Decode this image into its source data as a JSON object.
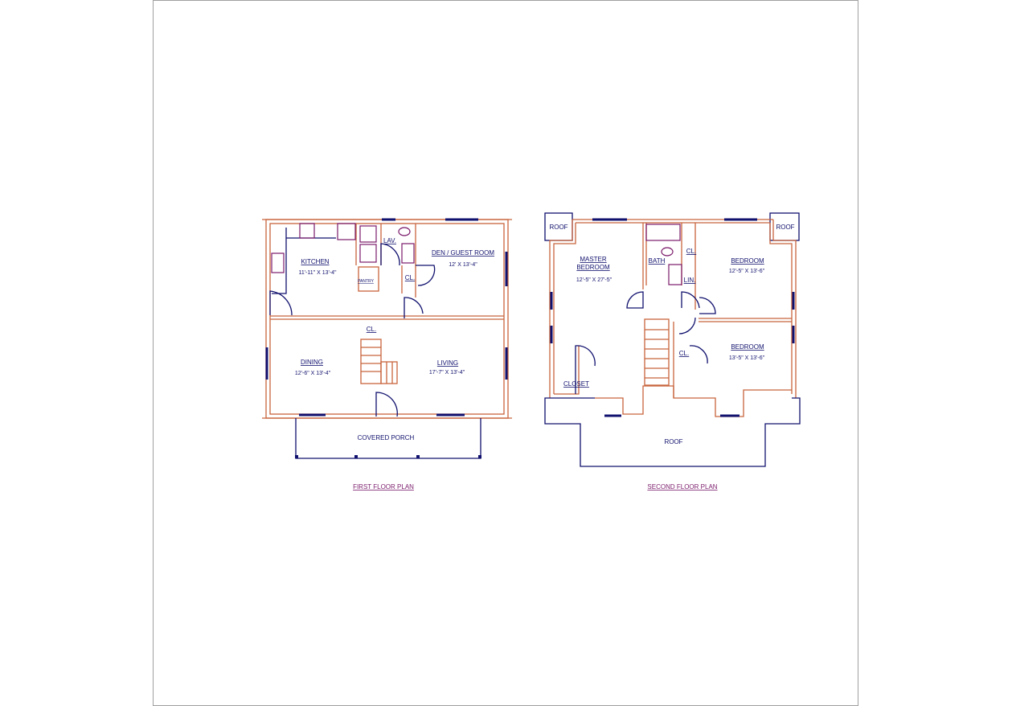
{
  "first_floor": {
    "title": "FIRST FLOOR PLAN",
    "rooms": {
      "kitchen": {
        "name": "KITCHEN",
        "size": "11'-11\" X 13'-4\""
      },
      "den": {
        "name": "DEN / GUEST ROOM",
        "size": "12' X 13'-4\""
      },
      "lav": {
        "name": "LAV."
      },
      "pantry": {
        "name": "PANTRY"
      },
      "closet1": {
        "name": "CL."
      },
      "closet2": {
        "name": "CL."
      },
      "dining": {
        "name": "DINING",
        "size": "12'-6\" X 13'-4\""
      },
      "living": {
        "name": "LIVING",
        "size": "17'-7\" X 13'-4\""
      },
      "porch": {
        "name": "COVERED PORCH"
      }
    }
  },
  "second_floor": {
    "title": "SECOND FLOOR PLAN",
    "rooms": {
      "master": {
        "name1": "MASTER",
        "name2": "BEDROOM",
        "size": "12'-5\" X 27'-5\""
      },
      "bath": {
        "name": "BATH"
      },
      "closet_a": {
        "name": "CL."
      },
      "linen": {
        "name": "LIN."
      },
      "bedroom1": {
        "name": "BEDROOM",
        "size": "12'-5\" X 13'-6\""
      },
      "bedroom2": {
        "name": "BEDROOM",
        "size": "13'-5\" X 13'-6\""
      },
      "closet_b": {
        "name": "CL."
      },
      "closet_master": {
        "name": "CLOSET"
      },
      "roof_left": {
        "name": "ROOF"
      },
      "roof_right": {
        "name": "ROOF"
      },
      "roof_bottom": {
        "name": "ROOF"
      }
    }
  }
}
